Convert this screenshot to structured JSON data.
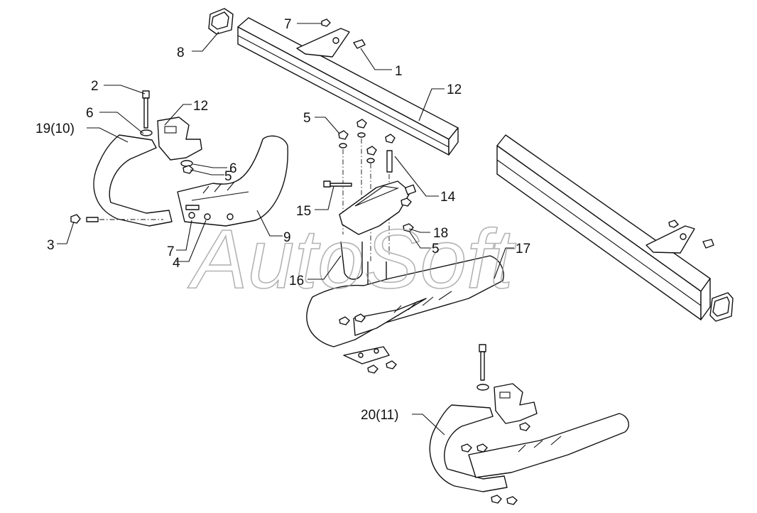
{
  "watermark": "AutoSoft",
  "callouts": [
    {
      "id": "c-8",
      "text": "8"
    },
    {
      "id": "c-7a",
      "text": "7"
    },
    {
      "id": "c-1",
      "text": "1"
    },
    {
      "id": "c-12a",
      "text": "12"
    },
    {
      "id": "c-2",
      "text": "2"
    },
    {
      "id": "c-6a",
      "text": "6"
    },
    {
      "id": "c-19-10",
      "text": "19(10)"
    },
    {
      "id": "c-12b",
      "text": "12"
    },
    {
      "id": "c-6b",
      "text": "6"
    },
    {
      "id": "c-5a",
      "text": "5"
    },
    {
      "id": "c-5b",
      "text": "5"
    },
    {
      "id": "c-14",
      "text": "14"
    },
    {
      "id": "c-15",
      "text": "15"
    },
    {
      "id": "c-18",
      "text": "18"
    },
    {
      "id": "c-5c",
      "text": "5"
    },
    {
      "id": "c-3",
      "text": "3"
    },
    {
      "id": "c-7b",
      "text": "7"
    },
    {
      "id": "c-4",
      "text": "4"
    },
    {
      "id": "c-9",
      "text": "9"
    },
    {
      "id": "c-17",
      "text": "17"
    },
    {
      "id": "c-16",
      "text": "16"
    },
    {
      "id": "c-20-11",
      "text": "20(11)"
    }
  ]
}
